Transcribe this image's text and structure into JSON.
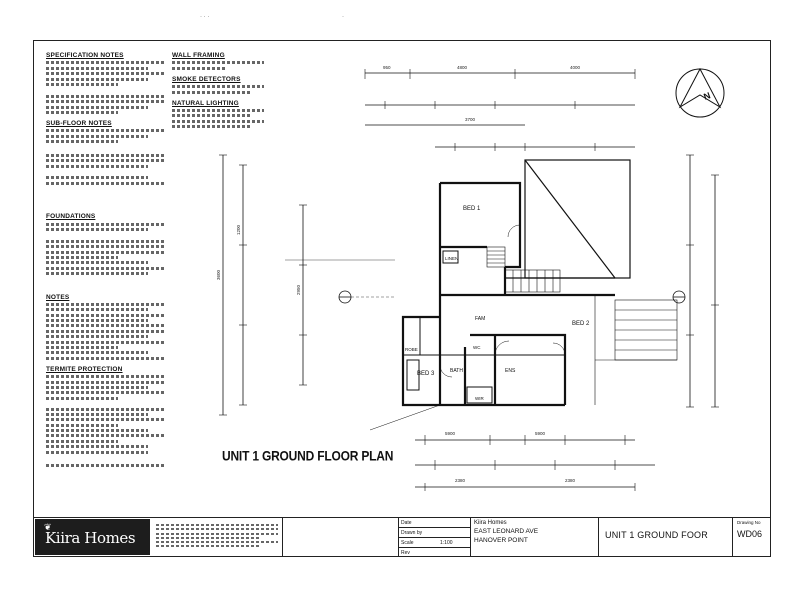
{
  "notes": {
    "specification_notes": "SPECIFICATION NOTES",
    "sub_floor_notes": "SUB-FLOOR NOTES",
    "foundations": "FOUNDATIONS",
    "notes": "NOTES",
    "termite_protection": "TERMITE PROTECTION"
  },
  "walls": {
    "wall_framing": "WALL FRAMING",
    "smoke_detectors": "SMOKE DETECTORS",
    "natural_lighting": "NATURAL LIGHTING"
  },
  "plan": {
    "title": "UNIT 1 GROUND FLOOR PLAN",
    "rooms": {
      "bed1": "BED 1",
      "bed2": "BED 2",
      "bed3": "BED 3",
      "linen": "LINEN",
      "wir": "WIR",
      "bath": "BATH",
      "ens": "ENS",
      "wc": "WC",
      "robe": "ROBE",
      "fam": "FAM"
    },
    "dims_top": [
      "950",
      "4800",
      "4000",
      "3700"
    ],
    "dims_bottom": [
      "5900",
      "5900",
      "2380",
      "2380"
    ],
    "dims_left": [
      "3600",
      "1200",
      "2950"
    ],
    "north": "N"
  },
  "titleblock": {
    "logo": "Kiira Homes",
    "job_client": "Kiira Homes",
    "job_address1": "EAST LEONARD AVE",
    "job_address2": "HANOVER POINT",
    "drawing_title": "UNIT 1 GROUND FOOR",
    "drawing_no_label": "Drawing No",
    "drawing_no": "WD06",
    "labels": [
      "Date",
      "Drawn by",
      "Scale",
      "Rev"
    ],
    "scale_value": "1:100"
  }
}
